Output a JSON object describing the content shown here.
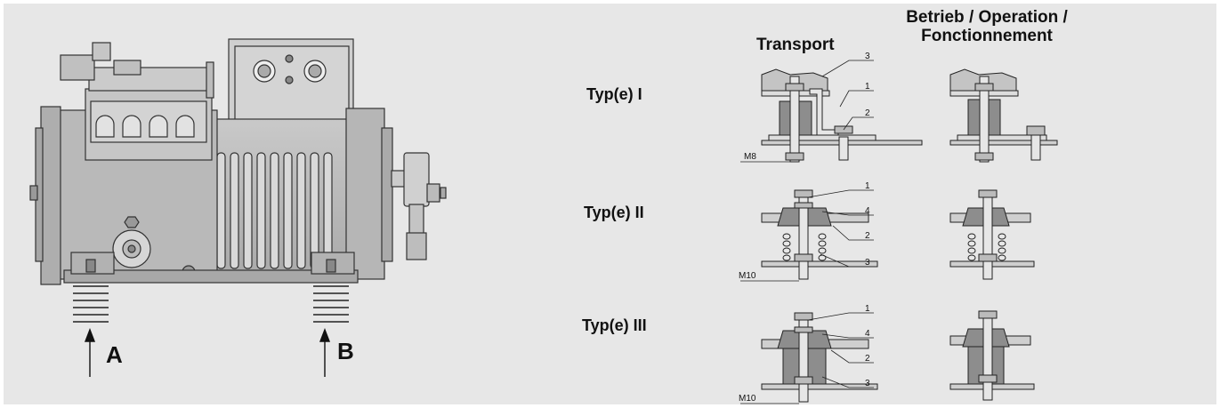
{
  "headers": {
    "transport": "Transport",
    "operation_line1": "Betrieb / Operation /",
    "operation_line2": "Fonctionnement"
  },
  "types": {
    "type1": "Typ(e) I",
    "type2": "Typ(e) II",
    "type3": "Typ(e) III"
  },
  "markers": {
    "a": "A",
    "b": "B"
  },
  "callouts": {
    "t1": [
      "3",
      "1",
      "2"
    ],
    "t2": [
      "1",
      "4",
      "2",
      "3"
    ],
    "t3": [
      "1",
      "4",
      "2",
      "3"
    ]
  },
  "bolts": {
    "t1": "M8",
    "t2": "M10",
    "t3": "M10"
  }
}
